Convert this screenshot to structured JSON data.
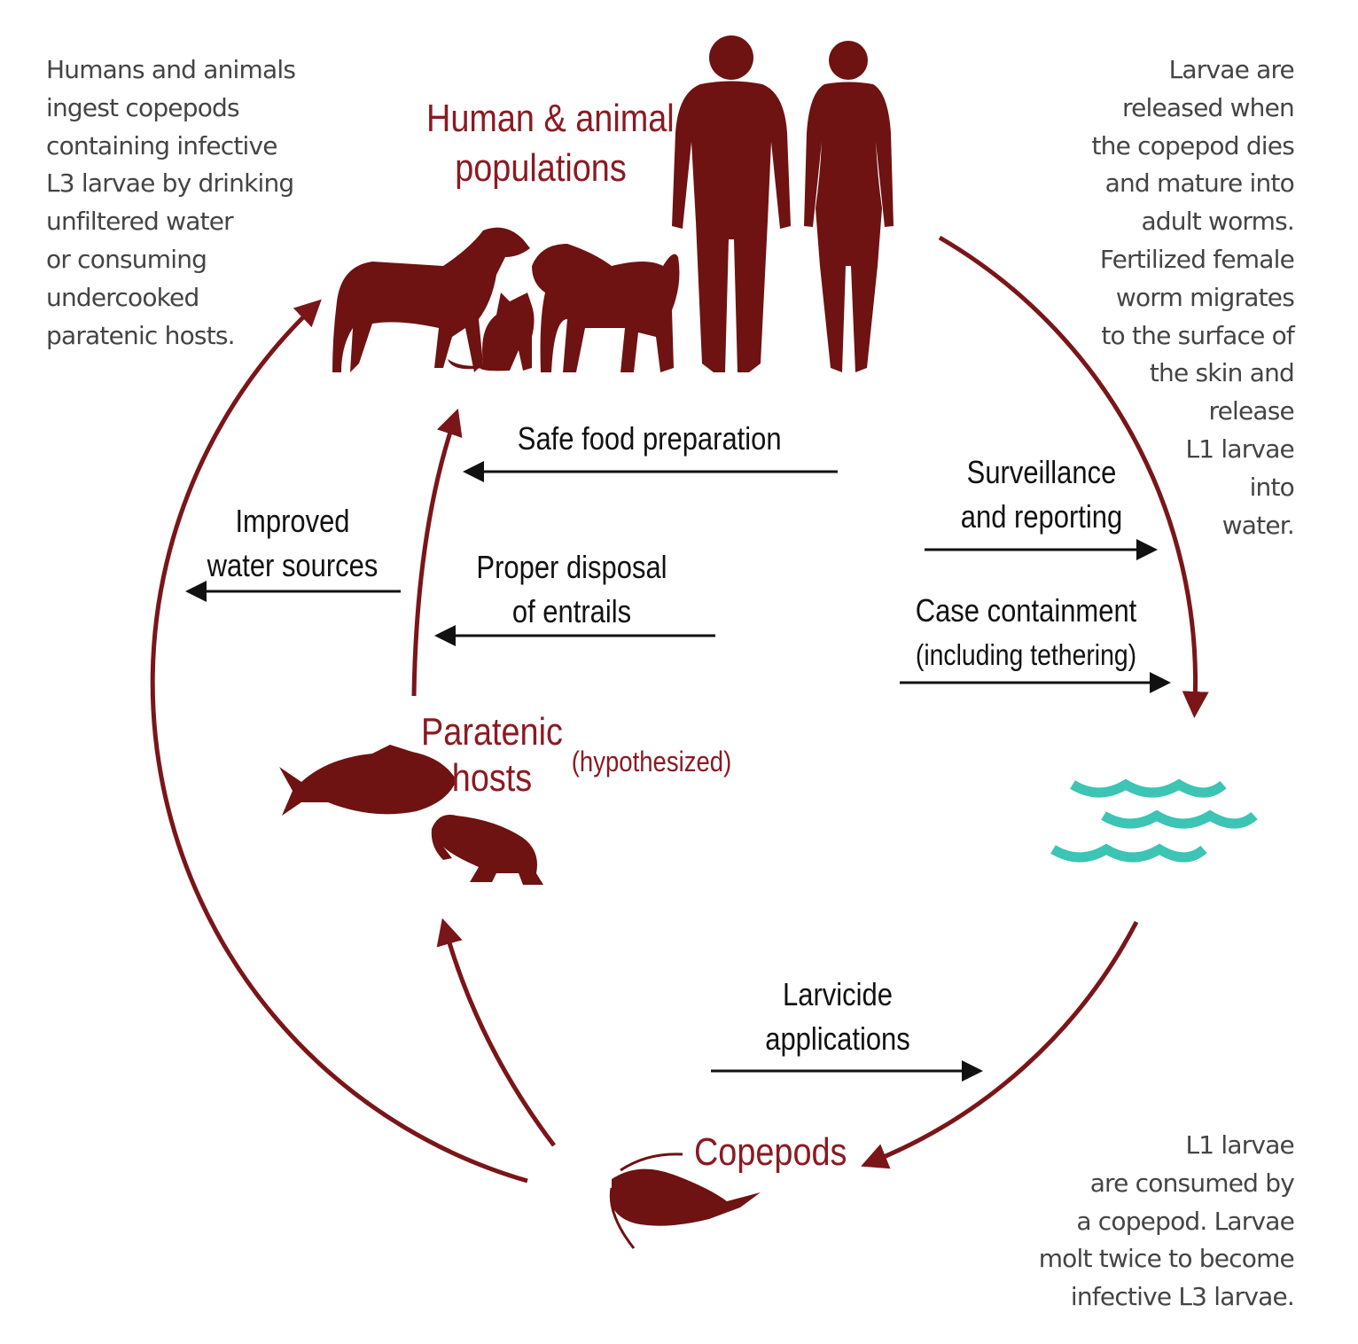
{
  "nodes": {
    "human_animal": [
      "Human & animal",
      "populations"
    ],
    "paratenic": [
      "Paratenic",
      "hosts"
    ],
    "paratenic_note": "(hypothesized)",
    "copepods": "Copepods"
  },
  "descriptions": {
    "ingestion": [
      "Humans and animals",
      "ingest copepods",
      "containing infective",
      "L3 larvae by drinking",
      "unfiltered water",
      "or consuming",
      "undercooked",
      "paratenic hosts."
    ],
    "release": [
      "Larvae are",
      "released when",
      "the copepod dies",
      "and mature into",
      "adult worms.",
      "Fertilized female",
      "worm migrates",
      "to the surface of",
      "the skin and",
      "release",
      "L1 larvae",
      "into",
      "water."
    ],
    "copepod_stage": [
      "L1 larvae",
      "are consumed by",
      "a copepod. Larvae",
      "molt twice to become",
      "infective L3 larvae."
    ]
  },
  "interventions": {
    "safe_food": "Safe food preparation",
    "improved_water": [
      "Improved",
      "water sources"
    ],
    "disposal": [
      "Proper disposal",
      "of entrails"
    ],
    "surveillance": [
      "Surveillance",
      "and reporting"
    ],
    "containment": [
      "Case containment",
      "(including tethering)"
    ],
    "larvicide": [
      "Larvicide",
      "applications"
    ]
  },
  "colors": {
    "cycle": "#7a1519",
    "text_red": "#8b1a22",
    "water": "#3cc4b4",
    "intervention_arrow": "#111111"
  }
}
